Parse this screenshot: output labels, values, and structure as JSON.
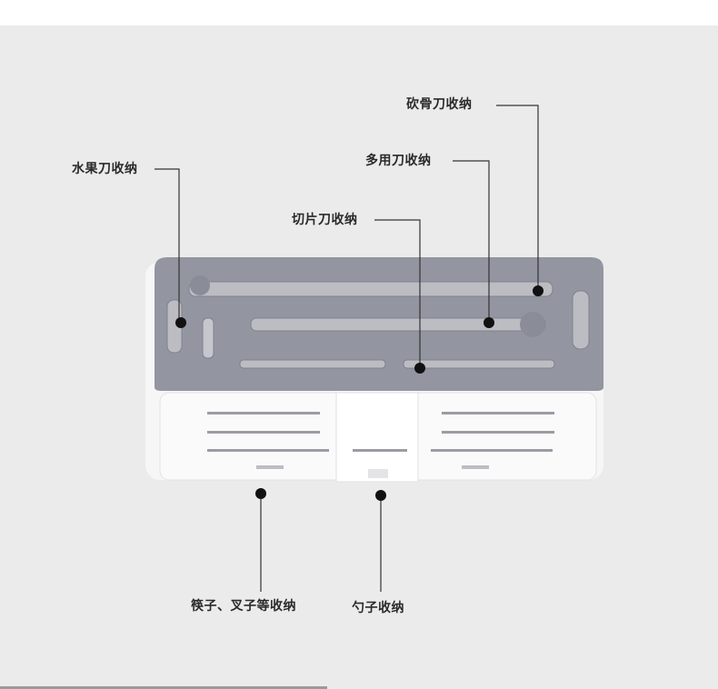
{
  "callouts": {
    "kanggu": "砍骨刀收纳",
    "duoyong": "多用刀收纳",
    "qiepian": "切片刀收纳",
    "shuiguo": "水果刀收纳",
    "kuaizi": "筷子、叉子等收纳",
    "shaozi": "勺子收纳"
  },
  "colors": {
    "background": "#ebebeb",
    "tray_gray": "#9497a2",
    "slot_fill": "#b7b8be",
    "body_white": "#f7f7f8",
    "leader_line": "#333333",
    "label_text": "#2a2a2a"
  }
}
